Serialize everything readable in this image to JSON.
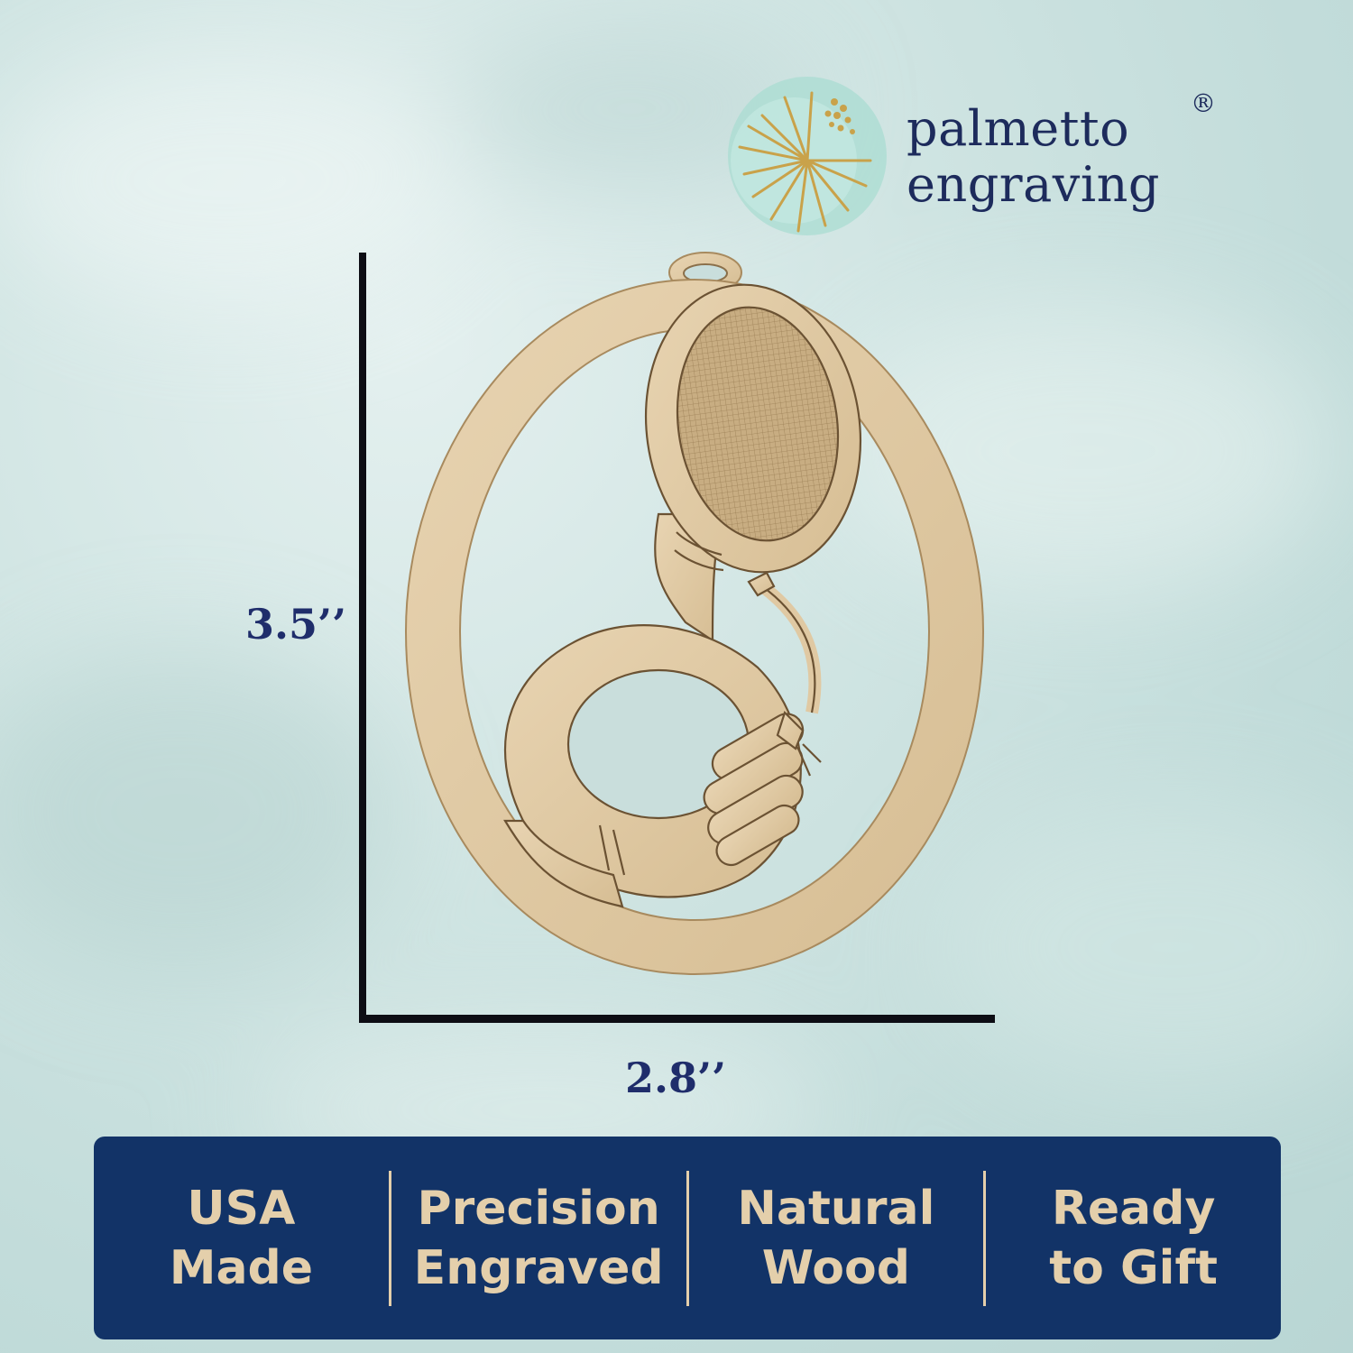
{
  "brand": {
    "name_line1": "palmetto",
    "name_line2": "engraving",
    "registered": "®",
    "logo_icon": "palmetto-frond-icon",
    "accent_color": "#c9a24a"
  },
  "dimensions": {
    "height_label": "3.5’’",
    "width_label": "2.8’’"
  },
  "product": {
    "illustration": "sousaphone-ornament",
    "wood_color": "#e0c9a3"
  },
  "features": [
    {
      "line1": "USA",
      "line2": "Made"
    },
    {
      "line1": "Precision",
      "line2": "Engraved"
    },
    {
      "line1": "Natural",
      "line2": "Wood"
    },
    {
      "line1": "Ready",
      "line2": "to Gift"
    }
  ],
  "colors": {
    "banner_bg": "#123367",
    "banner_text": "#e4cfab",
    "dimension_text": "#1f2d6b",
    "brand_text": "#1d2b5c"
  }
}
